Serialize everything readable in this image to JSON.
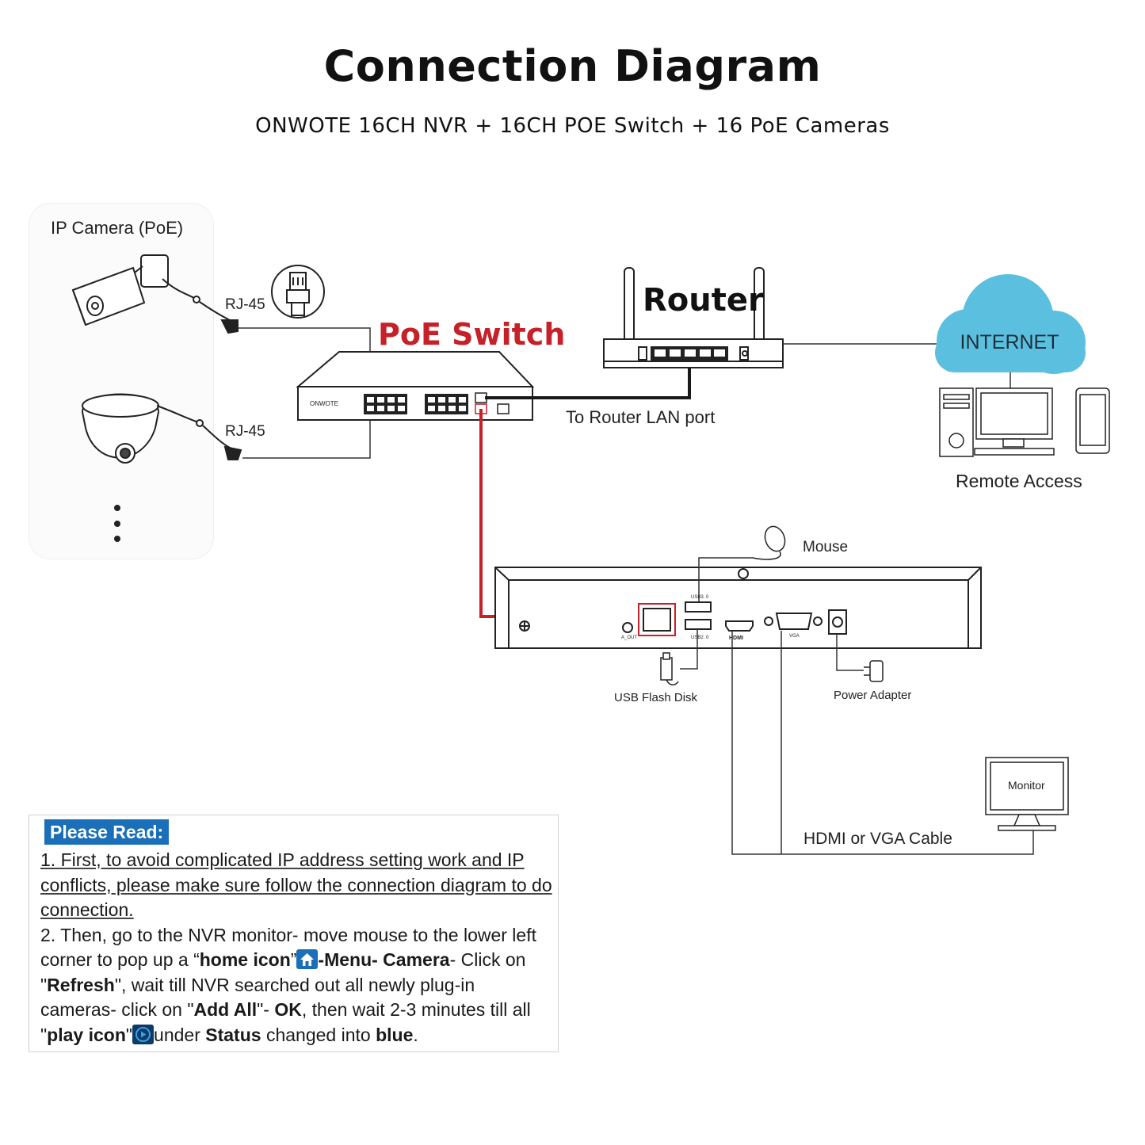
{
  "title": "Connection Diagram",
  "subtitle": "ONWOTE 16CH NVR + 16CH POE Switch + 16 PoE Cameras",
  "camera_panel": {
    "label": "IP Camera (PoE)",
    "rj45_top": "RJ-45",
    "rj45_bottom": "RJ-45"
  },
  "poe_switch": {
    "title": "PoE Switch",
    "brand": "ONWOTE"
  },
  "router": {
    "title": "Router",
    "link_label": "To Router LAN port"
  },
  "internet": {
    "label": "INTERNET",
    "remote_access": "Remote Access"
  },
  "nvr": {
    "usb3": "USB3. 0",
    "usb2": "USB2. 0",
    "hdmi": "HDMI",
    "vga": "VGA",
    "audio_out": "A_OUT",
    "mouse": "Mouse",
    "usb_flash": "USB Flash Disk",
    "power_adapter": "Power Adapter"
  },
  "monitor": {
    "screen_label": "Monitor",
    "cable_label": "HDMI or VGA Cable"
  },
  "colors": {
    "poe_red": "#c62128",
    "cloud_blue": "#5bc0e0",
    "notice_blue": "#1a6fb8",
    "cable_black": "#222222"
  },
  "icons": [
    "ethernet-plug-icon",
    "bullet-camera-icon",
    "dome-camera-icon",
    "cloud-icon",
    "desktop-pc-icon",
    "smartphone-icon",
    "mouse-icon",
    "usb-flash-icon",
    "power-adapter-icon",
    "monitor-icon",
    "home-icon",
    "play-icon"
  ],
  "notice": {
    "heading": "Please Read:",
    "p1_text": "1. First, to avoid complicated IP address setting work and IP conflicts, please make sure follow the connection diagram to do connection.",
    "p2_a": "2. Then, go to the NVR monitor- move mouse to the lower left corner to pop up a “",
    "p2_home": "home icon",
    "p2_b": "”",
    "p2_menu": "-Menu- Camera",
    "p2_c": "- Click on \"",
    "p2_refresh": "Refresh",
    "p2_d": "\",  wait till NVR searched out all newly plug-in cameras- click on \"",
    "p2_addall": "Add All",
    "p2_e": "\"- ",
    "p2_ok": "OK",
    "p2_f": ", then wait 2-3 minutes till all \"",
    "p2_play": "play icon",
    "p2_g": "\"",
    "p2_h": "under ",
    "p2_status": "Status",
    "p2_i": " changed into ",
    "p2_blue": "blue",
    "p2_j": "."
  }
}
